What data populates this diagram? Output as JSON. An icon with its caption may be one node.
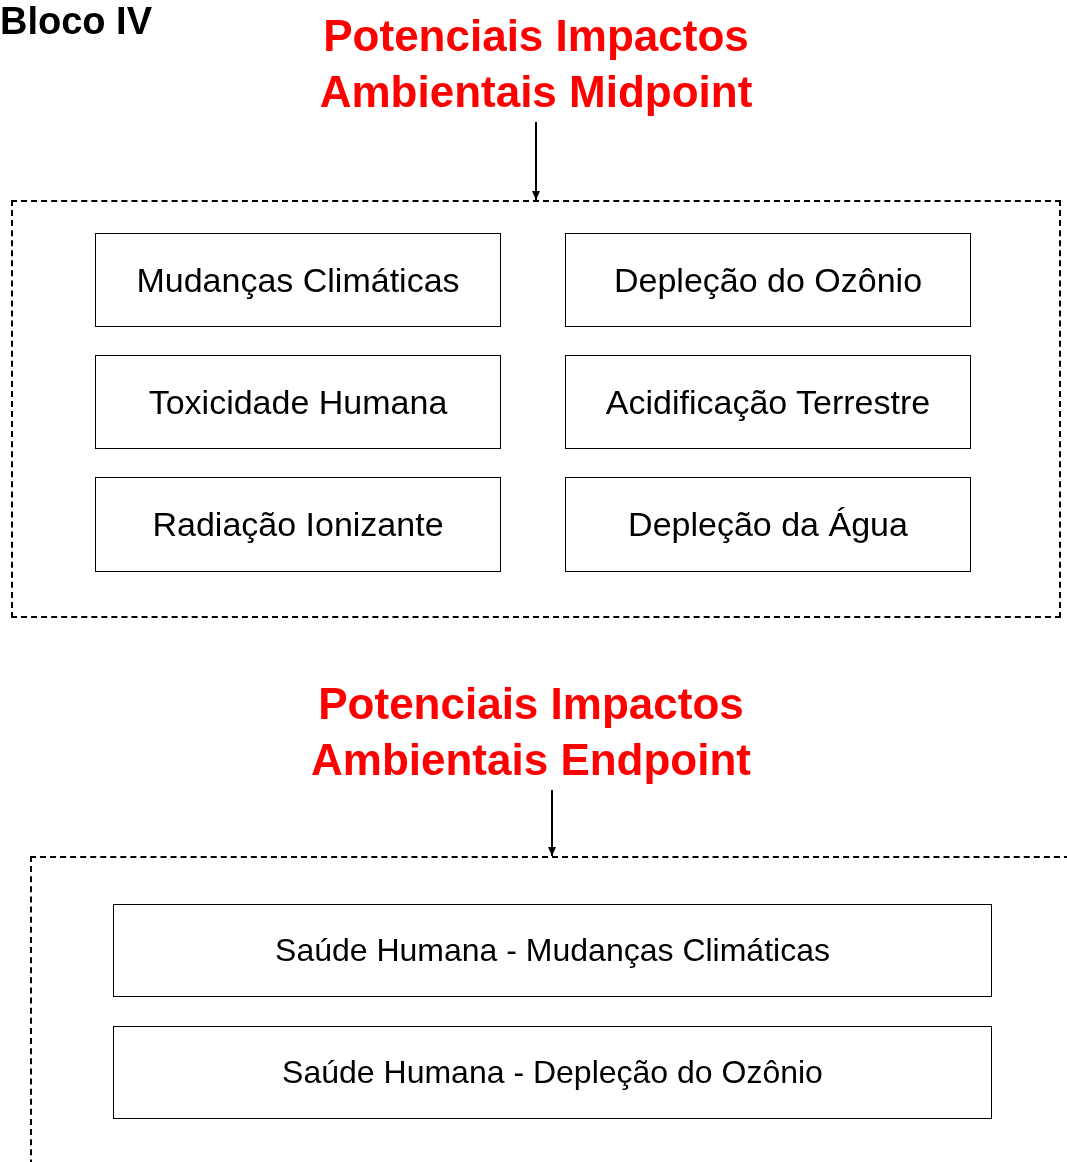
{
  "diagram": {
    "title": "Bloco IV",
    "nodes": [
      {
        "text": [
          "Potenciais Impactos Ambientais Midpoint"
        ]
      },
      {
        "text": [],
        "shape": "box"
      },
      {
        "text": [
          "Mudanças Climáticas"
        ],
        "in": 1
      },
      {
        "text": [
          "Depleção do Ozônio"
        ],
        "in": 1
      },
      {
        "text": [
          "Toxicidade Humana"
        ],
        "in": 1
      },
      {
        "text": [
          "Acidificação Terrestre"
        ],
        "in": 1
      },
      {
        "text": [
          "Radiação Ionizante"
        ],
        "in": 1
      },
      {
        "text": [
          "Depleção da Água"
        ],
        "in": 1
      },
      {
        "text": [
          "Potenciais Impactos Ambientais Endpoint"
        ]
      },
      {
        "text": [],
        "shape": "box"
      },
      {
        "text": [
          "Saúde Humana - Mudanças Climáticas"
        ],
        "in": 9
      },
      {
        "text": [
          "Saúde Humana - Depleção do Ozônio"
        ],
        "in": 9
      }
    ],
    "edges": [
      {
        "from": 0,
        "to": 1,
        "arrow": "to"
      },
      {
        "from": 8,
        "to": 9,
        "arrow": "to"
      }
    ]
  }
}
